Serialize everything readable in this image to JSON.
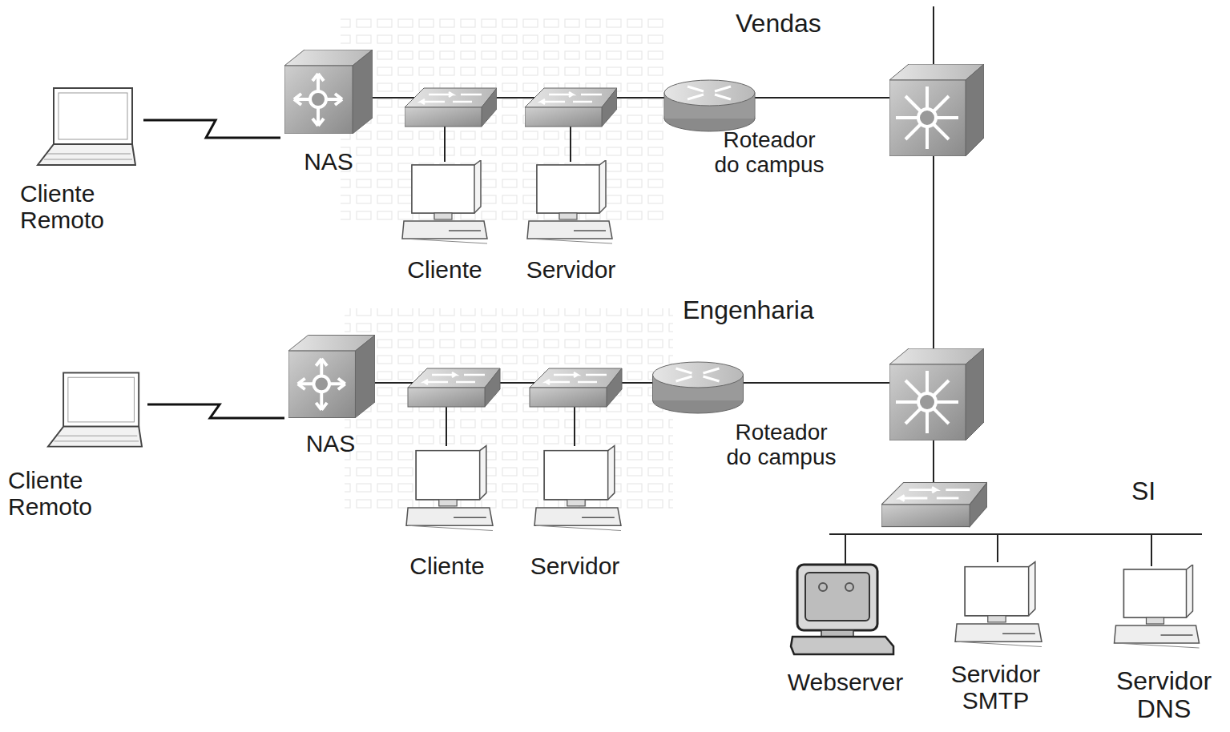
{
  "diagram": {
    "nodes": [
      {
        "text": [
          "Cliente Remoto"
        ]
      },
      {
        "text": [
          "NAS"
        ]
      },
      {
        "text": [
          "Cliente"
        ]
      },
      {
        "text": [
          "Servidor"
        ]
      },
      {
        "text": [
          "Roteador do campus"
        ]
      },
      {
        "text": [
          "Cliente Remoto"
        ]
      },
      {
        "text": [
          "NAS"
        ]
      },
      {
        "text": [
          "Cliente"
        ]
      },
      {
        "text": [
          "Servidor"
        ]
      },
      {
        "text": [
          "Roteador do campus"
        ]
      },
      {
        "text": [
          "Webserver"
        ]
      },
      {
        "text": [
          "Servidor SMTP"
        ]
      },
      {
        "text": [
          "Servidor DNS"
        ]
      }
    ],
    "edges": [
      {
        "from": 0,
        "to": 1,
        "arrow": "none"
      },
      {
        "from": 5,
        "to": 6,
        "arrow": "none"
      }
    ],
    "labels": [
      "Vendas",
      "Engenharia",
      "SI"
    ]
  }
}
